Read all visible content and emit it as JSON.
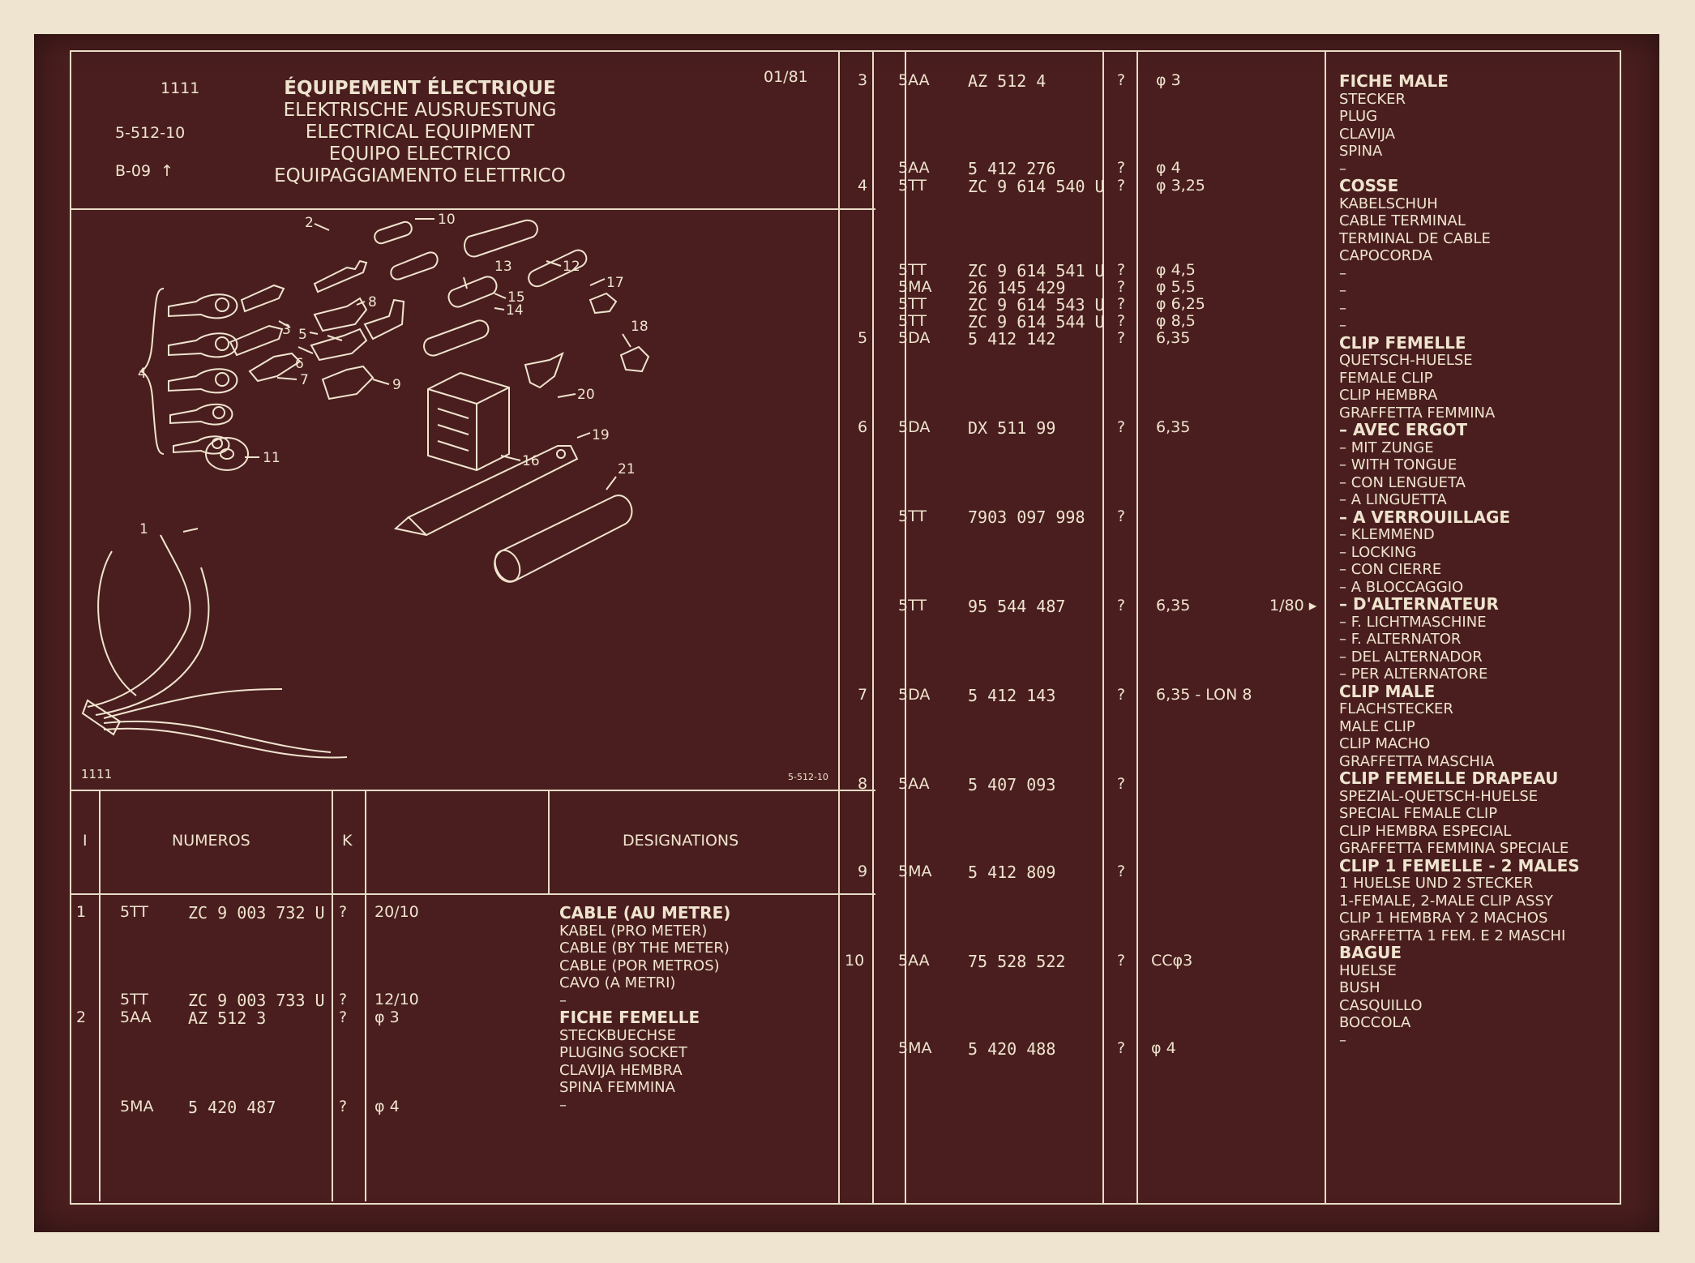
{
  "header": {
    "number": "1111",
    "ref": "5-512-10",
    "group": "B-09",
    "group_arrow": "↑",
    "date": "01/81",
    "titles": [
      "ÉQUIPEMENT ÉLECTRIQUE",
      "ELEKTRISCHE AUSRUESTUNG",
      "ELECTRICAL EQUIPMENT",
      "EQUIPO ELECTRICO",
      "EQUIPAGGIAMENTO ELETTRICO"
    ]
  },
  "illustration": {
    "caption_left": "1111",
    "caption_right": "5-512-10",
    "callouts": [
      "1",
      "2",
      "3",
      "4",
      "5",
      "6",
      "7",
      "8",
      "9",
      "10",
      "11",
      "12",
      "13",
      "14",
      "15",
      "16",
      "17",
      "18",
      "19",
      "20",
      "21"
    ]
  },
  "table_header": {
    "index": "I",
    "numeros": "NUMEROS",
    "k": "K",
    "designations": "DESIGNATIONS"
  },
  "left_rows": [
    {
      "index": "1",
      "code": "5TT",
      "part": "ZC 9 003 732 U",
      "k": "?",
      "spec": "20/10"
    },
    {
      "index": "",
      "code": "5TT",
      "part": "ZC 9 003 733 U",
      "k": "?",
      "spec": "12/10"
    },
    {
      "index": "2",
      "code": "5AA",
      "part": "AZ 512    3",
      "k": "?",
      "spec": "φ 3"
    },
    {
      "index": "",
      "code": "5MA",
      "part": "5 420 487",
      "k": "?",
      "spec": "φ 4"
    }
  ],
  "left_designations": [
    {
      "text": "CABLE (AU METRE)",
      "bold": true
    },
    {
      "text": "KABEL (PRO METER)",
      "bold": false
    },
    {
      "text": "CABLE (BY THE METER)",
      "bold": false
    },
    {
      "text": "CABLE (POR METROS)",
      "bold": false
    },
    {
      "text": "CAVO (A METRI)",
      "bold": false
    },
    {
      "text": "–",
      "bold": false
    },
    {
      "text": "FICHE FEMELLE",
      "bold": true
    },
    {
      "text": "STECKBUECHSE",
      "bold": false
    },
    {
      "text": "PLUGING SOCKET",
      "bold": false
    },
    {
      "text": "CLAVIJA HEMBRA",
      "bold": false
    },
    {
      "text": "SPINA FEMMINA",
      "bold": false
    },
    {
      "text": "–",
      "bold": false
    }
  ],
  "right_rows": [
    {
      "index": "3",
      "code": "5AA",
      "part": "AZ 512    4",
      "k": "?",
      "spec": "φ 3",
      "ref": ""
    },
    {
      "index": "",
      "code": "5AA",
      "part": "5 412 276",
      "k": "?",
      "spec": "φ 4",
      "ref": ""
    },
    {
      "index": "4",
      "code": "5TT",
      "part": "ZC 9 614 540 U",
      "k": "?",
      "spec": "φ 3,25",
      "ref": ""
    },
    {
      "index": "",
      "code": "5TT",
      "part": "ZC 9 614 541 U",
      "k": "?",
      "spec": "φ 4,5",
      "ref": ""
    },
    {
      "index": "",
      "code": "5MA",
      "part": "26 145 429",
      "k": "?",
      "spec": "φ 5,5",
      "ref": ""
    },
    {
      "index": "",
      "code": "5TT",
      "part": "ZC 9 614 543 U",
      "k": "?",
      "spec": "φ 6,25",
      "ref": ""
    },
    {
      "index": "",
      "code": "5TT",
      "part": "ZC 9 614 544 U",
      "k": "?",
      "spec": "φ 8,5",
      "ref": ""
    },
    {
      "index": "5",
      "code": "5DA",
      "part": "5 412 142",
      "k": "?",
      "spec": "6,35",
      "ref": ""
    },
    {
      "index": "6",
      "code": "5DA",
      "part": "DX 511 99",
      "k": "?",
      "spec": "6,35",
      "ref": ""
    },
    {
      "index": "",
      "code": "5TT",
      "part": "7903 097 998",
      "k": "?",
      "spec": "",
      "ref": ""
    },
    {
      "index": "",
      "code": "5TT",
      "part": "95 544 487",
      "k": "?",
      "spec": "6,35",
      "ref": "1/80 ▸"
    },
    {
      "index": "7",
      "code": "5DA",
      "part": "5 412 143",
      "k": "?",
      "spec": "6,35 - LON 8",
      "ref": ""
    },
    {
      "index": "8",
      "code": "5AA",
      "part": "5 407 093",
      "k": "?",
      "spec": "",
      "ref": ""
    },
    {
      "index": "9",
      "code": "5MA",
      "part": "5 412 809",
      "k": "?",
      "spec": "",
      "ref": ""
    },
    {
      "index": "10",
      "code": "5AA",
      "part": "75 528 522",
      "k": "?",
      "spec": "CCφ3",
      "ref": ""
    },
    {
      "index": "",
      "code": "5MA",
      "part": "5 420 488",
      "k": "?",
      "spec": "φ 4",
      "ref": ""
    }
  ],
  "right_designations": [
    {
      "text": "FICHE MALE",
      "bold": true
    },
    {
      "text": "STECKER",
      "bold": false
    },
    {
      "text": "PLUG",
      "bold": false
    },
    {
      "text": "CLAVIJA",
      "bold": false
    },
    {
      "text": "SPINA",
      "bold": false
    },
    {
      "text": "–",
      "bold": false
    },
    {
      "text": "COSSE",
      "bold": true
    },
    {
      "text": "KABELSCHUH",
      "bold": false
    },
    {
      "text": "CABLE TERMINAL",
      "bold": false
    },
    {
      "text": "TERMINAL DE CABLE",
      "bold": false
    },
    {
      "text": "CAPOCORDA",
      "bold": false
    },
    {
      "text": "–",
      "bold": false
    },
    {
      "text": "–",
      "bold": false
    },
    {
      "text": "–",
      "bold": false
    },
    {
      "text": "–",
      "bold": false
    },
    {
      "text": "CLIP FEMELLE",
      "bold": true
    },
    {
      "text": "QUETSCH-HUELSE",
      "bold": false
    },
    {
      "text": "FEMALE CLIP",
      "bold": false
    },
    {
      "text": "CLIP HEMBRA",
      "bold": false
    },
    {
      "text": "GRAFFETTA FEMMINA",
      "bold": false
    },
    {
      "text": "– AVEC ERGOT",
      "bold": true
    },
    {
      "text": "– MIT ZUNGE",
      "bold": false
    },
    {
      "text": "– WITH TONGUE",
      "bold": false
    },
    {
      "text": "– CON LENGUETA",
      "bold": false
    },
    {
      "text": "– A LINGUETTA",
      "bold": false
    },
    {
      "text": "– A VERROUILLAGE",
      "bold": true
    },
    {
      "text": "– KLEMMEND",
      "bold": false
    },
    {
      "text": "– LOCKING",
      "bold": false
    },
    {
      "text": "– CON CIERRE",
      "bold": false
    },
    {
      "text": "– A BLOCCAGGIO",
      "bold": false
    },
    {
      "text": "– D'ALTERNATEUR",
      "bold": true
    },
    {
      "text": "– F. LICHTMASCHINE",
      "bold": false
    },
    {
      "text": "– F. ALTERNATOR",
      "bold": false
    },
    {
      "text": "– DEL ALTERNADOR",
      "bold": false
    },
    {
      "text": "– PER ALTERNATORE",
      "bold": false
    },
    {
      "text": "CLIP MALE",
      "bold": true
    },
    {
      "text": "FLACHSTECKER",
      "bold": false
    },
    {
      "text": "MALE CLIP",
      "bold": false
    },
    {
      "text": "CLIP MACHO",
      "bold": false
    },
    {
      "text": "GRAFFETTA MASCHIA",
      "bold": false
    },
    {
      "text": "CLIP FEMELLE DRAPEAU",
      "bold": true
    },
    {
      "text": "SPEZIAL-QUETSCH-HUELSE",
      "bold": false
    },
    {
      "text": "SPECIAL FEMALE CLIP",
      "bold": false
    },
    {
      "text": "CLIP HEMBRA ESPECIAL",
      "bold": false
    },
    {
      "text": "GRAFFETTA FEMMINA SPECIALE",
      "bold": false
    },
    {
      "text": "CLIP 1 FEMELLE - 2 MALES",
      "bold": true
    },
    {
      "text": "1 HUELSE UND 2 STECKER",
      "bold": false
    },
    {
      "text": "1-FEMALE, 2-MALE CLIP ASSY",
      "bold": false
    },
    {
      "text": "CLIP 1 HEMBRA Y 2 MACHOS",
      "bold": false
    },
    {
      "text": "GRAFFETTA 1 FEM. E 2 MASCHI",
      "bold": false
    },
    {
      "text": "BAGUE",
      "bold": true
    },
    {
      "text": "HUELSE",
      "bold": false
    },
    {
      "text": "BUSH",
      "bold": false
    },
    {
      "text": "CASQUILLO",
      "bold": false
    },
    {
      "text": "BOCCOLA",
      "bold": false
    },
    {
      "text": "–",
      "bold": false
    }
  ],
  "colors": {
    "background_film": "#eee4cf",
    "slide": "#4a1e1e",
    "ink": "#efe4cf"
  }
}
